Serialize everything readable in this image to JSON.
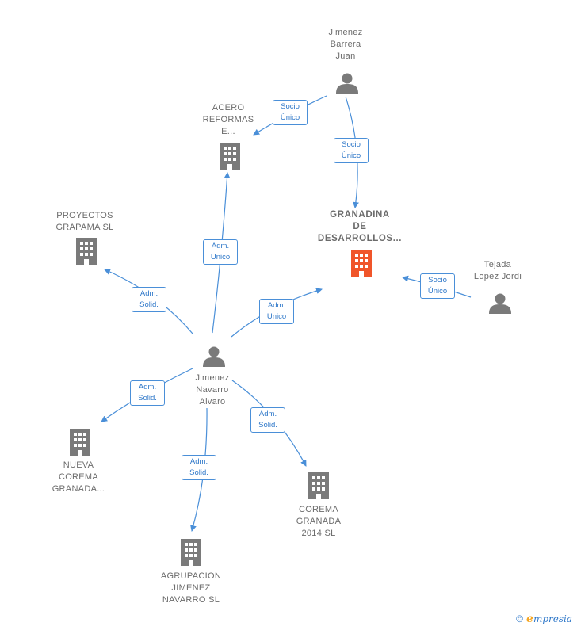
{
  "nodes": {
    "jimenez_barrera": {
      "lines": [
        "Jimenez",
        "Barrera",
        "Juan"
      ],
      "type": "person"
    },
    "acero": {
      "lines": [
        "ACERO",
        "REFORMAS",
        "E..."
      ],
      "type": "company"
    },
    "granadina": {
      "lines": [
        "GRANADINA",
        "DE",
        "DESARROLLOS..."
      ],
      "type": "company-main"
    },
    "tejada": {
      "lines": [
        "Tejada",
        "Lopez Jordi"
      ],
      "type": "person"
    },
    "proyectos": {
      "lines": [
        "PROYECTOS",
        "GRAPAMA SL"
      ],
      "type": "company"
    },
    "jimenez_navarro": {
      "lines": [
        "Jimenez",
        "Navarro",
        "Alvaro"
      ],
      "type": "person"
    },
    "nueva_corema": {
      "lines": [
        "NUEVA",
        "COREMA",
        "GRANADA..."
      ],
      "type": "company"
    },
    "corema_2014": {
      "lines": [
        "COREMA",
        "GRANADA",
        "2014  SL"
      ],
      "type": "company"
    },
    "agrupacion": {
      "lines": [
        "AGRUPACION",
        "JIMENEZ",
        "NAVARRO  SL"
      ],
      "type": "company"
    }
  },
  "edges": {
    "barrera_acero": [
      "Socio",
      "Único"
    ],
    "barrera_granadina": [
      "Socio",
      "Único"
    ],
    "tejada_granadina": [
      "Socio",
      "Único"
    ],
    "navarro_acero": [
      "Adm.",
      "Unico"
    ],
    "navarro_granadina": [
      "Adm.",
      "Unico"
    ],
    "navarro_proyectos": [
      "Adm.",
      "Solid."
    ],
    "navarro_nueva": [
      "Adm.",
      "Solid."
    ],
    "navarro_corema": [
      "Adm.",
      "Solid."
    ],
    "navarro_agrupacion": [
      "Adm.",
      "Solid."
    ]
  },
  "colors": {
    "edge": "#4a8fd8",
    "icon": "#7a7a7a",
    "main_company": "#f0552a"
  },
  "footer": {
    "copyright": "©",
    "brand_e": "e",
    "brand_rest": "mpresia"
  }
}
